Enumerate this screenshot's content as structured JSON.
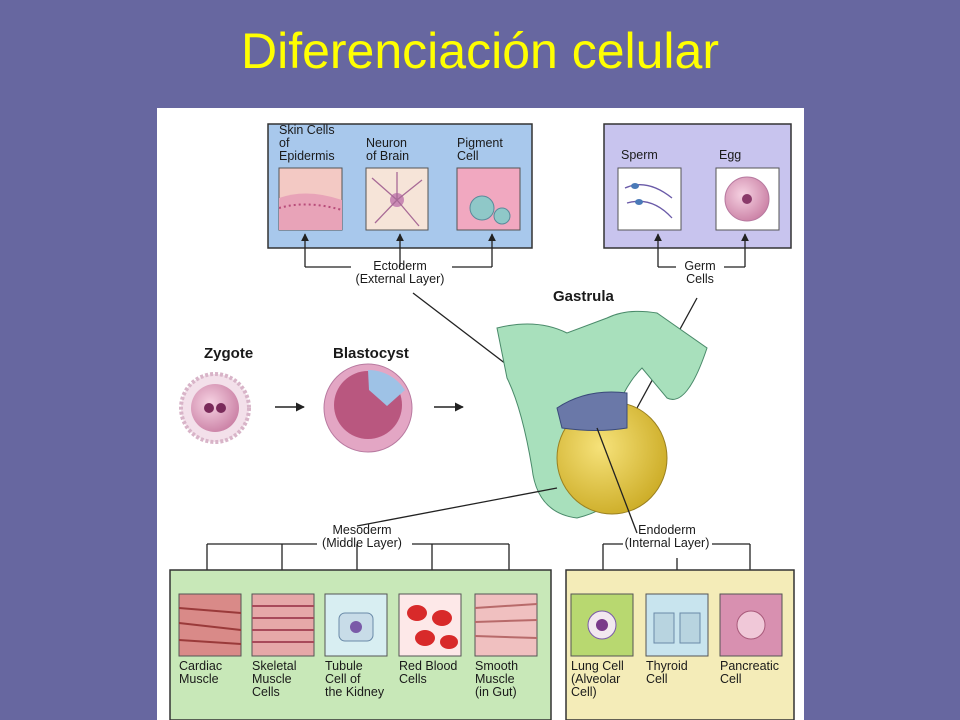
{
  "title": "Diferenciación celular",
  "diagram": {
    "ectoderm": {
      "label": "Ectoderm\n(External Layer)",
      "cells": [
        "Skin Cells\nof\nEpidermis",
        "Neuron\nof Brain",
        "Pigment\nCell"
      ]
    },
    "germ": {
      "label": "Germ\nCells",
      "cells": [
        "Sperm",
        "Egg"
      ]
    },
    "stages": {
      "zygote": "Zygote",
      "blastocyst": "Blastocyst",
      "gastrula": "Gastrula"
    },
    "mesoderm": {
      "label": "Mesoderm\n(Middle Layer)",
      "cells": [
        "Cardiac\nMuscle",
        "Skeletal\nMuscle\nCells",
        "Tubule\nCell of\nthe Kidney",
        "Red Blood\nCells",
        "Smooth\nMuscle\n(in Gut)"
      ]
    },
    "endoderm": {
      "label": "Endoderm\n(Internal Layer)",
      "cells": [
        "Lung Cell\n(Alveolar\nCell)",
        "Thyroid\nCell",
        "Pancreatic\nCell"
      ]
    }
  },
  "colors": {
    "background": "#6767a0",
    "title": "#ffff00",
    "ectoderm_box": "#a8c8ec",
    "germ_box": "#c8c4ee",
    "mesoderm_box": "#c8e8b8",
    "endoderm_box": "#f4ecb8"
  }
}
